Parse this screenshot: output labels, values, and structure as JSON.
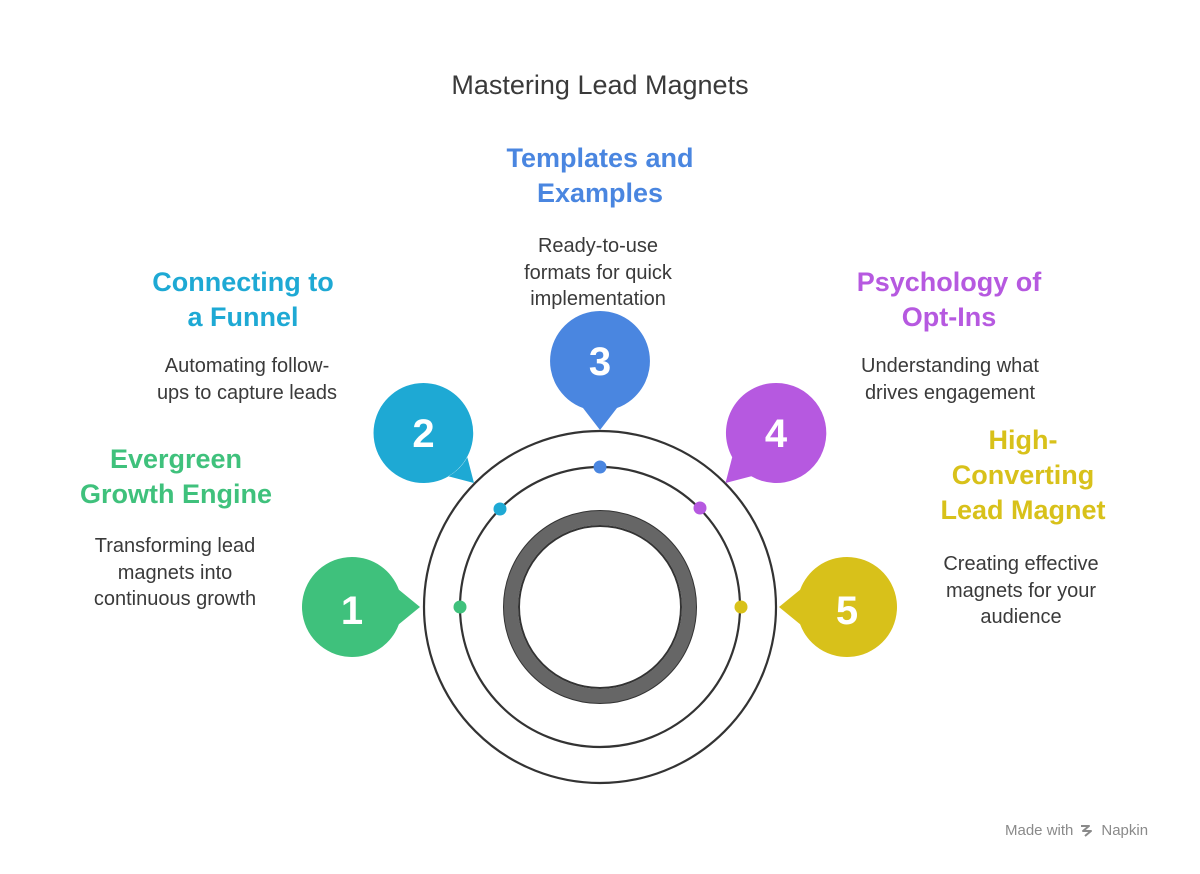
{
  "title": "Mastering Lead Magnets",
  "items": [
    {
      "number": "1",
      "heading": "Evergreen Growth Engine",
      "heading_lines": [
        "Evergreen",
        "Growth Engine"
      ],
      "desc_lines": [
        "Transforming lead",
        "magnets into",
        "continuous growth"
      ],
      "color": "#3fc17c"
    },
    {
      "number": "2",
      "heading": "Connecting to a Funnel",
      "heading_lines": [
        "Connecting to",
        "a Funnel"
      ],
      "desc_lines": [
        "Automating follow-",
        "ups to capture leads"
      ],
      "color": "#1ea9d4"
    },
    {
      "number": "3",
      "heading": "Templates and Examples",
      "heading_lines": [
        "Templates and",
        "Examples"
      ],
      "desc_lines": [
        "Ready-to-use",
        "formats for quick",
        "implementation"
      ],
      "color": "#4a86e0"
    },
    {
      "number": "4",
      "heading": "Psychology of Opt-Ins",
      "heading_lines": [
        "Psychology of",
        "Opt-Ins"
      ],
      "desc_lines": [
        "Understanding what",
        "drives engagement"
      ],
      "color": "#b659e0"
    },
    {
      "number": "5",
      "heading": "High-Converting Lead Magnet",
      "heading_lines": [
        "High-",
        "Converting",
        "Lead Magnet"
      ],
      "desc_lines": [
        "Creating effective",
        "magnets for your",
        "audience"
      ],
      "color": "#d8c11a"
    }
  ],
  "watermark": {
    "prefix": "Made with",
    "brand": "Napkin"
  }
}
